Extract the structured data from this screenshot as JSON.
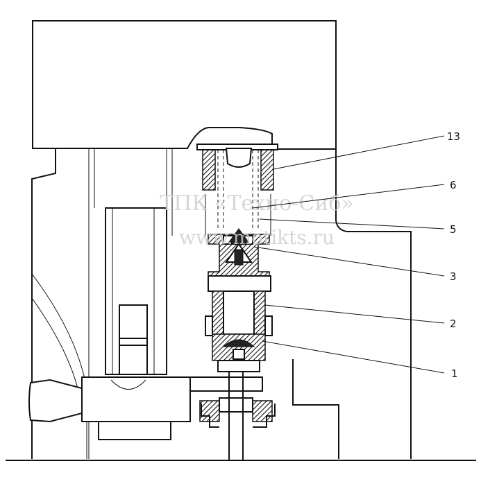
{
  "watermark": {
    "line1": "ТПК «Техно-Сиб»",
    "line2": "www.motikts.ru"
  },
  "callouts": [
    {
      "label": "13"
    },
    {
      "label": "6"
    },
    {
      "label": "5"
    },
    {
      "label": "3"
    },
    {
      "label": "2"
    },
    {
      "label": "1"
    }
  ]
}
